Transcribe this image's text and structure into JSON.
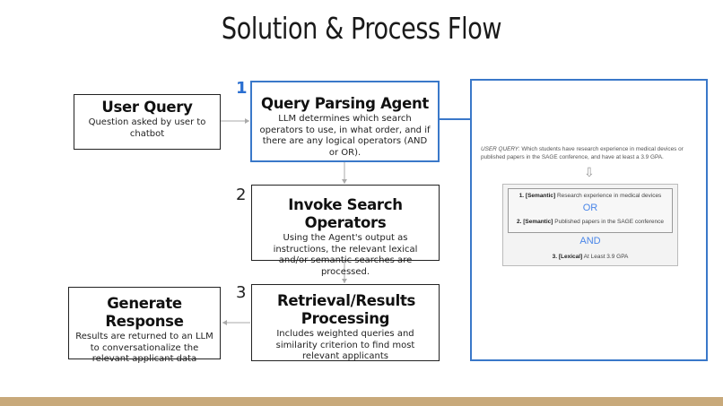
{
  "title": "Solution & Process Flow",
  "steps": {
    "user_query": {
      "heading": "User Query",
      "desc": "Question asked by user to chatbot"
    },
    "parsing": {
      "number": "1",
      "heading": "Query Parsing Agent",
      "desc": "LLM determines which search operators to use, in what order, and if there are any logical operators (AND or OR)."
    },
    "invoke": {
      "number": "2",
      "heading": "Invoke Search Operators",
      "desc": "Using the Agent's output as instructions, the relevant lexical and/or semantic searches are processed."
    },
    "retrieval": {
      "number": "3",
      "heading": "Retrieval/Results Processing",
      "desc": "Includes weighted queries and similarity criterion to find most relevant applicants"
    },
    "generate": {
      "heading": "Generate Response",
      "desc": "Results are returned to an LLM to conversationalize the relevant applicant data"
    }
  },
  "example": {
    "query_label": "USER QUERY:",
    "query_text": "Which students have research experience in medical devices or published papers in the SAGE conference, and have at least a 3.9 GPA.",
    "op1_index": "1.",
    "op1_type": "[Semantic]",
    "op1_text": "Research experience in medical devices",
    "or_word": "OR",
    "op2_index": "2.",
    "op2_type": "[Semantic]",
    "op2_text": "Published papers in the SAGE conference",
    "and_word": "AND",
    "op3_index": "3.",
    "op3_type": "[Lexical]",
    "op3_text": "At Least 3.9 GPA"
  },
  "colors": {
    "accent_blue": "#3a78c9",
    "step_number_blue": "#2a6fd1",
    "footer_bar": "#c8a97a"
  }
}
